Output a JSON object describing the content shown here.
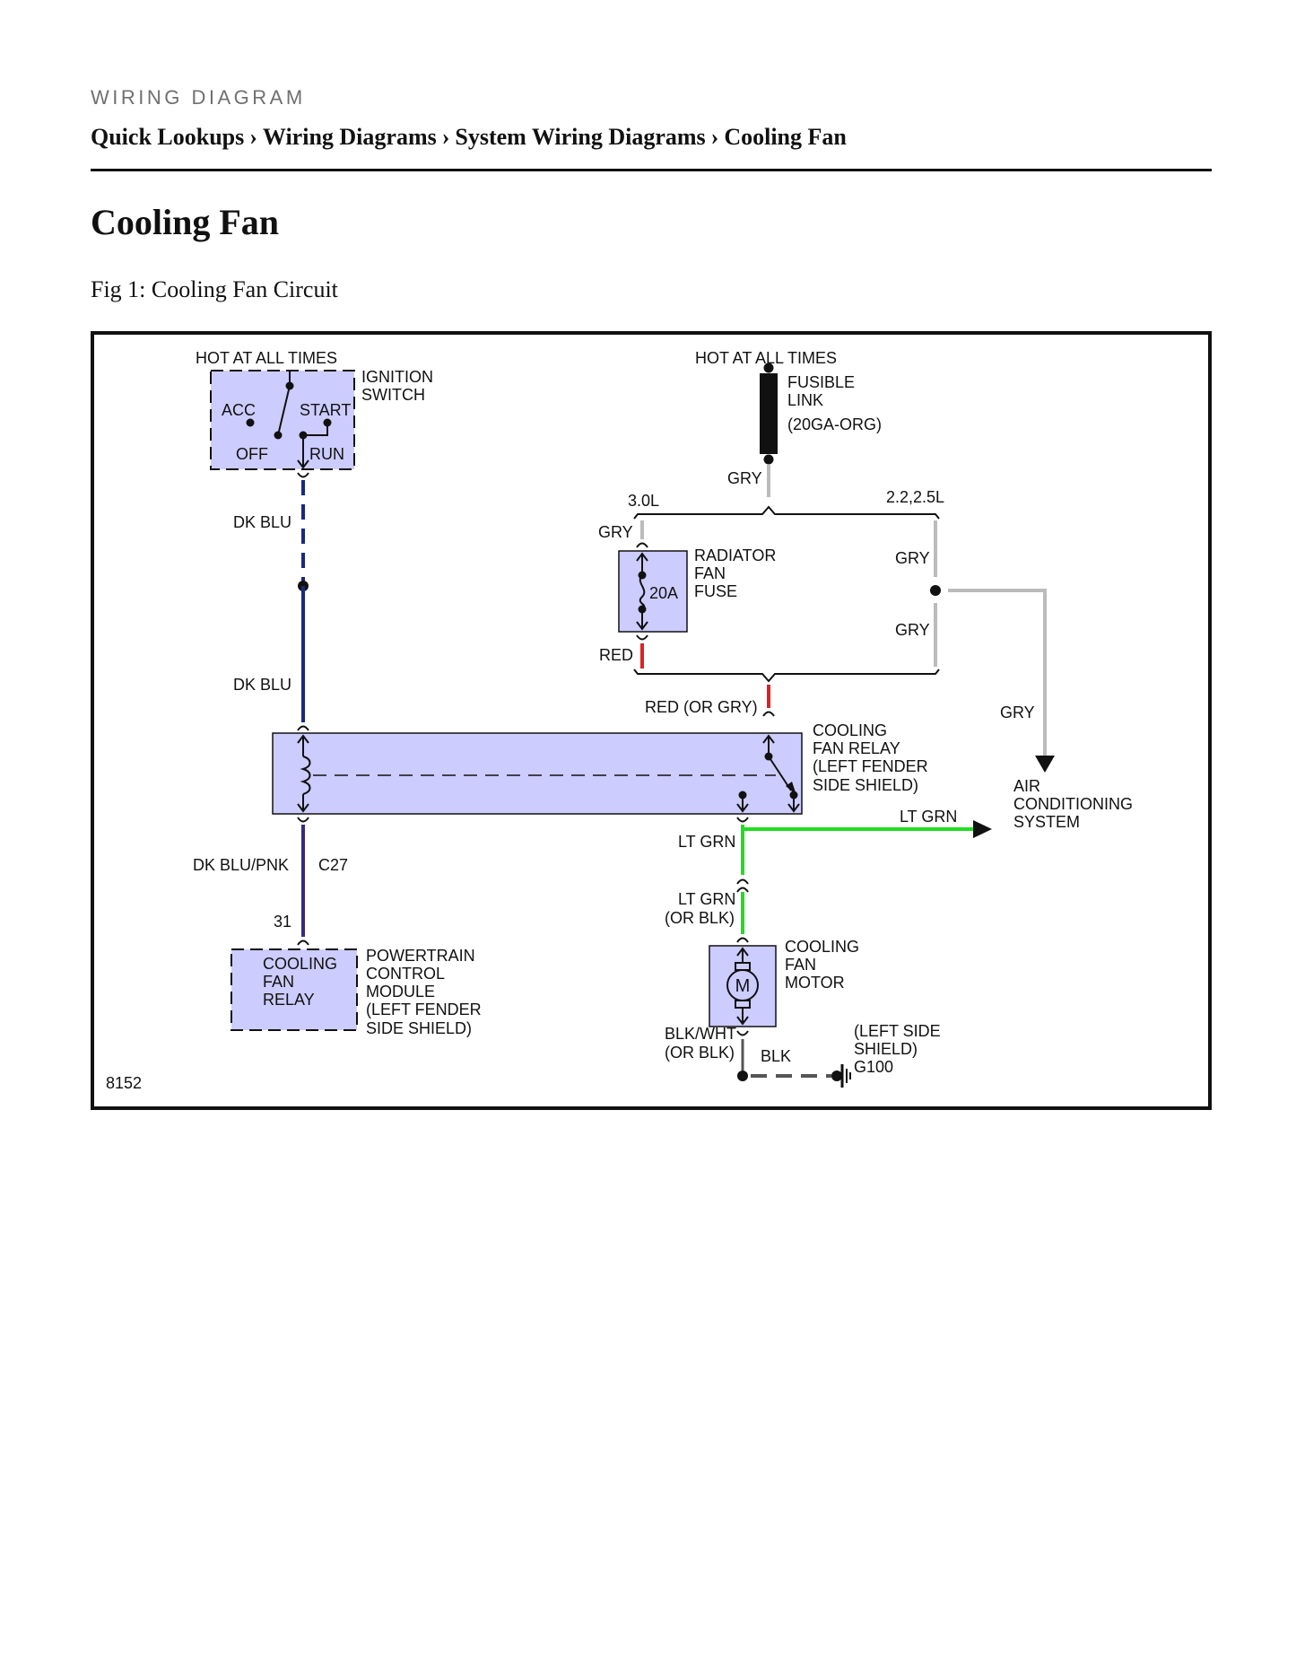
{
  "header": {
    "kicker": "WIRING DIAGRAM",
    "breadcrumb": [
      "Quick Lookups",
      "Wiring Diagrams",
      "System Wiring Diagrams",
      "Cooling Fan"
    ],
    "separator": "›"
  },
  "page_title": "Cooling Fan",
  "figure": {
    "caption": "Fig 1: Cooling Fan Circuit",
    "figure_number": "8152",
    "colors": {
      "component_fill": "#ccccff",
      "dk_blu": "#1a2a7a",
      "gry": "#bbbbbb",
      "red": "#e02020",
      "lt_grn": "#22dd22",
      "dk_blu_pnk": "#3a2a7a",
      "blk": "#555555"
    },
    "labels": {
      "hot_left": "HOT AT ALL TIMES",
      "hot_right": "HOT AT ALL TIMES",
      "ignition_switch_l1": "IGNITION",
      "ignition_switch_l2": "SWITCH",
      "acc": "ACC",
      "start": "START",
      "off": "OFF",
      "run": "RUN",
      "dk_blu_1": "DK BLU",
      "dk_blu_2": "DK BLU",
      "fusible_l1": "FUSIBLE",
      "fusible_l2": "LINK",
      "fusible_l3": "(20GA-ORG)",
      "gry_top": "GRY",
      "engine_30": "3.0L",
      "engine_22": "2.2,2.5L",
      "gry_fuse": "GRY",
      "gry_r1": "GRY",
      "gry_r2": "GRY",
      "gry_ac": "GRY",
      "fuse_l1": "RADIATOR",
      "fuse_l2": "FAN",
      "fuse_l3": "FUSE",
      "fuse_rating": "20A",
      "red": "RED",
      "red_or_gry": "RED (OR GRY)",
      "relay_l1": "COOLING",
      "relay_l2": "FAN RELAY",
      "relay_l3": "(LEFT FENDER",
      "relay_l4": "SIDE SHIELD)",
      "ac_l1": "AIR",
      "ac_l2": "CONDITIONING",
      "ac_l3": "SYSTEM",
      "lt_grn_ac": "LT GRN",
      "lt_grn_1": "LT GRN",
      "lt_grn_2": "LT GRN",
      "or_blk_1": "(OR BLK)",
      "dk_blu_pnk": "DK BLU/PNK",
      "c27": "C27",
      "pin_31": "31",
      "pcm_box_l1": "COOLING",
      "pcm_box_l2": "FAN",
      "pcm_box_l3": "RELAY",
      "pcm_l1": "POWERTRAIN",
      "pcm_l2": "CONTROL",
      "pcm_l3": "MODULE",
      "pcm_l4": "(LEFT FENDER",
      "pcm_l5": "SIDE SHIELD)",
      "motor_l1": "COOLING",
      "motor_l2": "FAN",
      "motor_l3": "MOTOR",
      "motor_symbol": "M",
      "blk_wht": "BLK/WHT",
      "or_blk_2": "(OR BLK)",
      "blk": "BLK",
      "ground_l1": "(LEFT SIDE",
      "ground_l2": "SHIELD)",
      "ground_l3": "G100"
    }
  }
}
